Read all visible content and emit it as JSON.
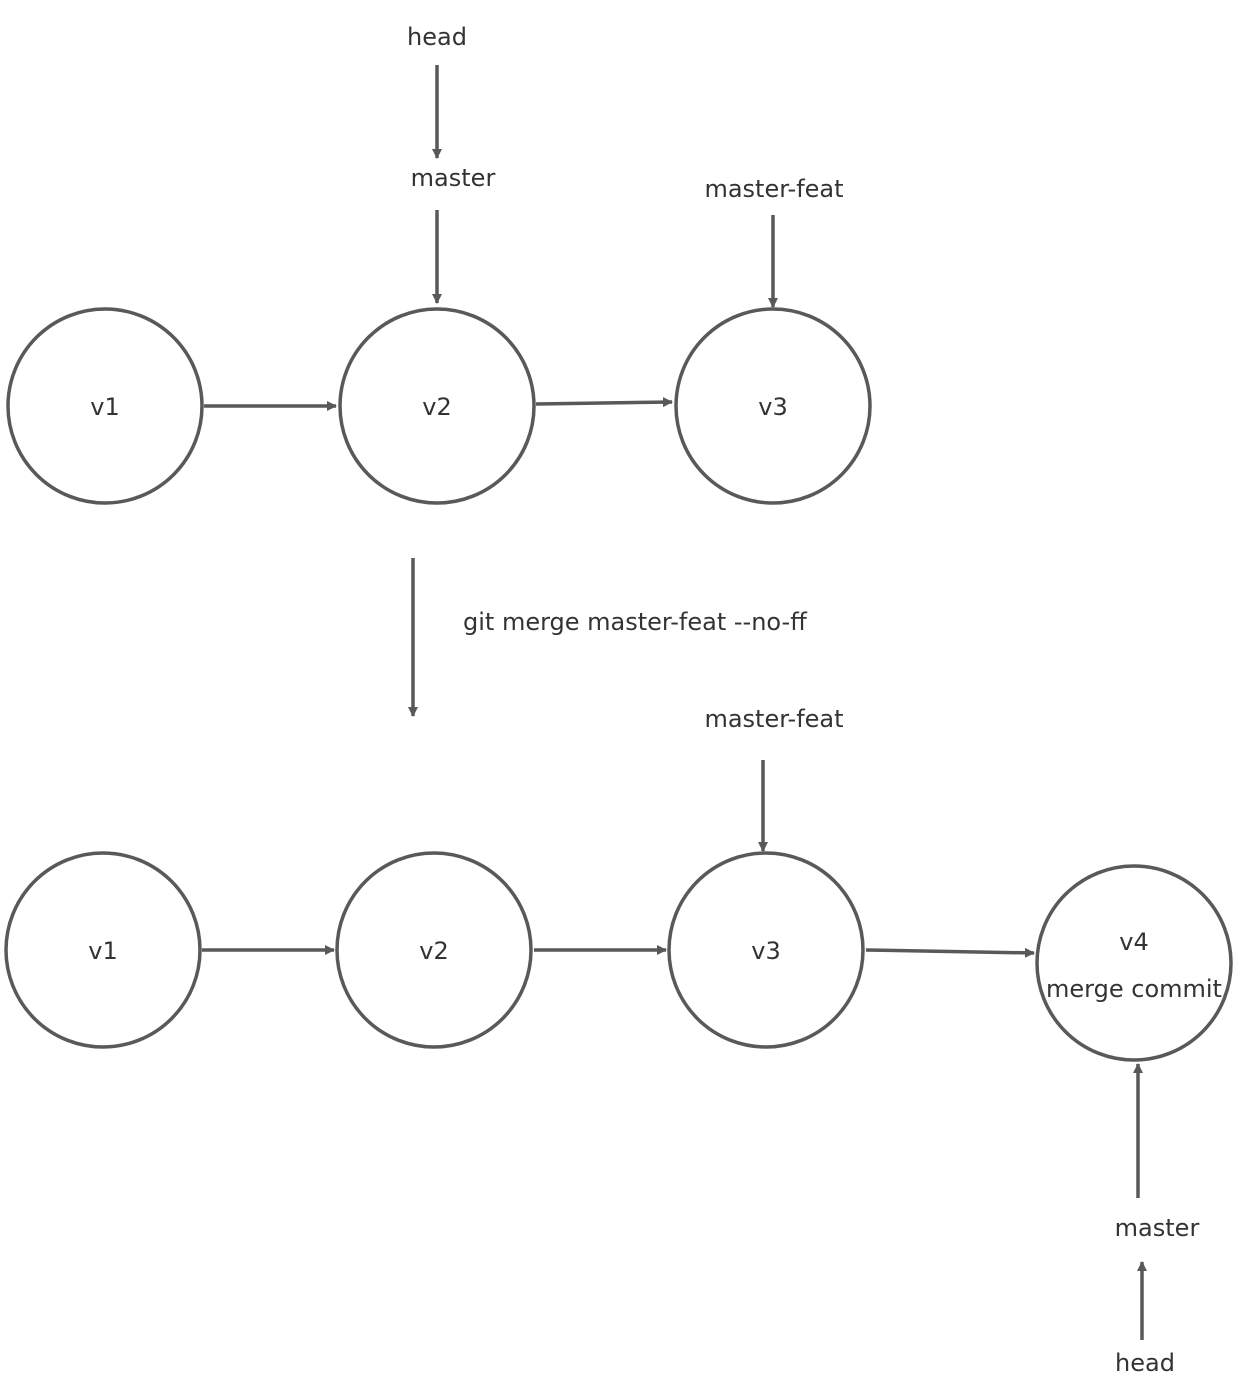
{
  "colors": {
    "stroke": "#595959",
    "text": "#333333",
    "background": "#ffffff"
  },
  "labels": {
    "top_head": "head",
    "top_master": "master",
    "top_master_feat": "master-feat",
    "command": "git merge master-feat --no-ff",
    "bottom_master_feat": "master-feat",
    "bottom_master": "master",
    "bottom_head": "head"
  },
  "before": {
    "nodes": [
      {
        "label": "v1"
      },
      {
        "label": "v2"
      },
      {
        "label": "v3"
      }
    ]
  },
  "after": {
    "nodes": [
      {
        "label": "v1"
      },
      {
        "label": "v2"
      },
      {
        "label": "v3"
      },
      {
        "label": "v4",
        "sublabel": "merge commit"
      }
    ]
  }
}
